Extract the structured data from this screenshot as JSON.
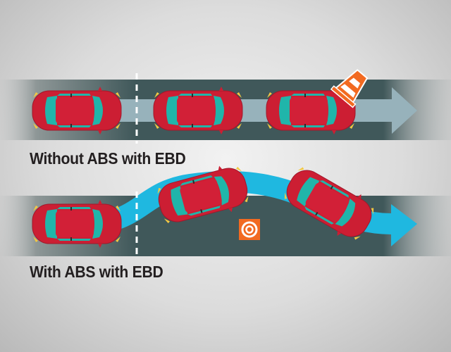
{
  "scenarios": [
    {
      "id": "without-abs",
      "caption": "Without ABS with EBD",
      "path_color": "#97b2bb",
      "outcome": "straight-into-obstacle"
    },
    {
      "id": "with-abs",
      "caption": "With ABS with EBD",
      "path_color": "#1fb8e0",
      "outcome": "steers-around-obstacle"
    }
  ],
  "colors": {
    "road": "#40585a",
    "car_body": "#cc1e33",
    "car_glass": "#20b5aa",
    "car_lights": "#f4c842",
    "cone": "#f26a21",
    "target_bg": "#f26a21"
  },
  "icons": {
    "obstacle_top": "traffic-cone-icon",
    "obstacle_bottom": "target-icon"
  }
}
